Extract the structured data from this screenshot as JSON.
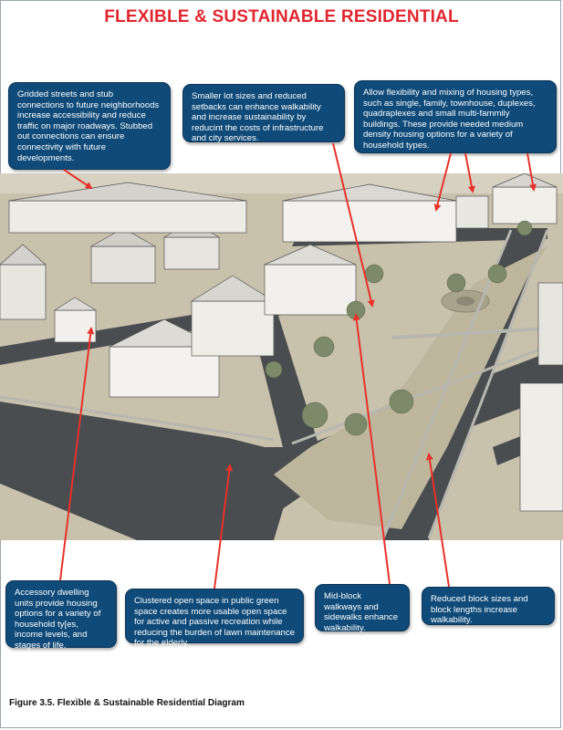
{
  "title": "FLEXIBLE & SUSTAINABLE RESIDENTIAL",
  "callouts": {
    "gridded_streets": "Gridded streets and stub connections to future neighborhoods increase accessibility and reduce traffic on major roadways. Stubbed out connections can ensure connectivity with future developments.",
    "smaller_lots": "Smaller lot sizes and reduced setbacks can enhance walkability and increase sustainability by reducint the costs of infrastructure and city services.",
    "housing_mix": "Allow flexibility and mixing of housing types, such as single, family, townhouse, duplexes, quadraplexes and small multi-fammily buildings. These provide needed medium density housing options for a variety of household types.",
    "accessory_dwelling": "Accessory dwelling units provide housing options for a variety of household ty[es, income levels, and stages of life.",
    "clustered_open_space": "Clustered open space in public green space creates more usable open space for active and passive recreation while reducing the burden of lawn maintenance for the elderly.",
    "mid_block_walkways": "Mid-block walkways  and sidewalks enhance walkability.",
    "reduced_block_sizes": "Reduced block sizes and block lengths increase walkability."
  },
  "caption": "Figure 3.5. Flexible & Sustainable Residential Diagram",
  "colors": {
    "title": "#e1262e",
    "callout_fill": "#0f4a78",
    "arrow": "#e8312a",
    "road": "#4a4d50",
    "sidewalk": "#b7b7b0",
    "ground": "#c8c1ac",
    "green": "#bdb69d"
  }
}
